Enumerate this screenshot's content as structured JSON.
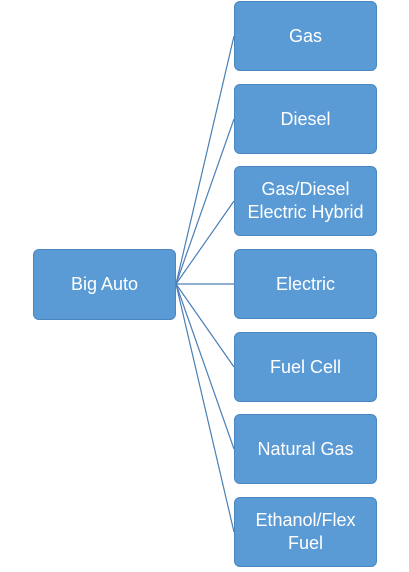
{
  "diagram": {
    "root": {
      "label": "Big Auto"
    },
    "children": [
      {
        "label": "Gas"
      },
      {
        "label": "Diesel"
      },
      {
        "label": "Gas/Diesel\nElectric Hybrid"
      },
      {
        "label": "Electric"
      },
      {
        "label": "Fuel Cell"
      },
      {
        "label": "Natural Gas"
      },
      {
        "label": "Ethanol/Flex\nFuel"
      }
    ],
    "colors": {
      "node_fill": "#5b9bd5",
      "node_border": "#4a87c0",
      "connector": "#4a7fb5",
      "text": "#ffffff"
    }
  }
}
